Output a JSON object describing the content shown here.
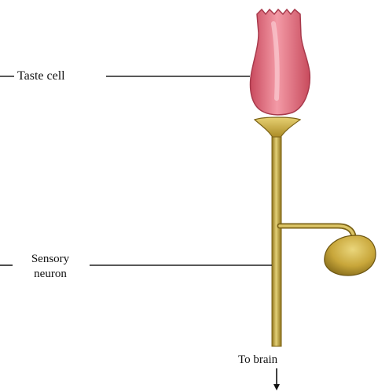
{
  "labels": {
    "taste_cell": "Taste cell",
    "sensory_neuron_line1": "Sensory",
    "sensory_neuron_line2": "neuron",
    "to_brain": "To brain"
  },
  "colors": {
    "taste_cell_fill": "#e8707e",
    "taste_cell_highlight": "#f6b7bd",
    "neuron_fill": "#c7a532",
    "neuron_dark": "#8a6d17",
    "leader_line": "#222222"
  }
}
